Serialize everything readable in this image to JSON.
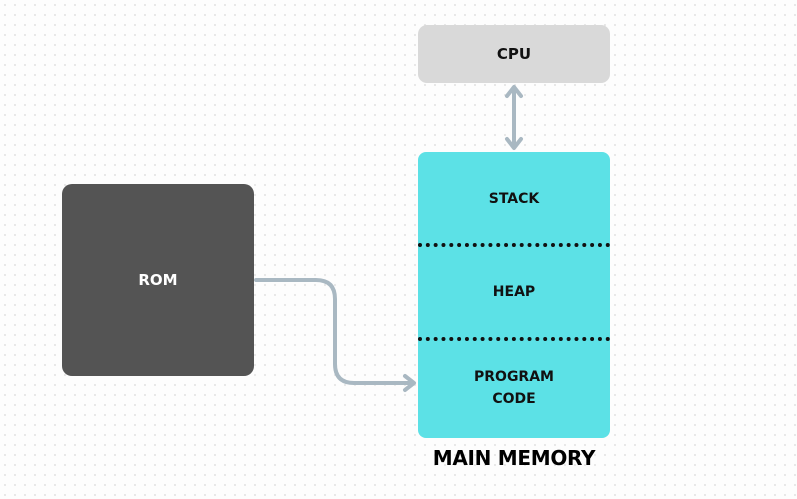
{
  "cpu": {
    "label": "CPU"
  },
  "rom": {
    "label": "ROM"
  },
  "memory": {
    "title": "MAIN MEMORY",
    "segments": {
      "stack": "STACK",
      "heap": "HEAP",
      "program_line1": "PROGRAM",
      "program_line2": "CODE"
    }
  },
  "colors": {
    "cpu_fill": "#d9d9d9",
    "rom_fill": "#545454",
    "memory_fill": "#5ce1e6",
    "connector": "#a9b8c2"
  }
}
